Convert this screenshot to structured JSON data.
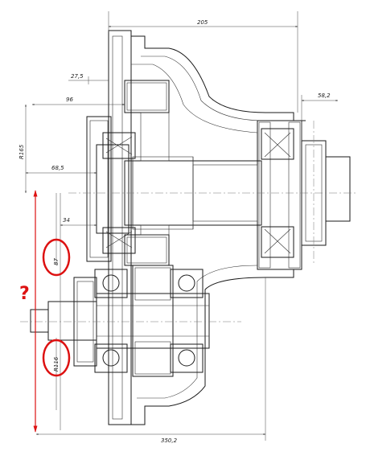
{
  "dimensions": {
    "overall_width": "205",
    "d27_5": "27,5",
    "d96": "96",
    "d58_2": "58,2",
    "r165": "R165",
    "d68_5": "68,5",
    "d34": "34",
    "d87": "87",
    "r116": "R116",
    "d350_2": "350,2"
  },
  "annotation": {
    "question_mark": "?"
  },
  "colors": {
    "ink": "#1a1a1a",
    "highlight": "#dd1111"
  }
}
